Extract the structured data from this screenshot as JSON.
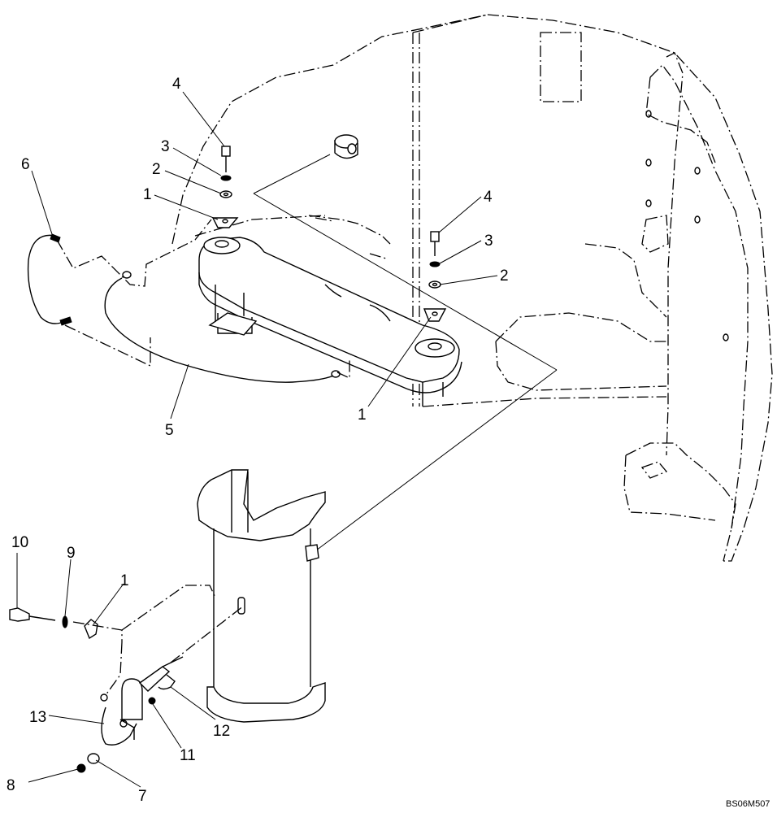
{
  "figure": {
    "drawing_code": "BS06M507",
    "callouts": [
      {
        "id": "c1a",
        "label": "1"
      },
      {
        "id": "c1b",
        "label": "1"
      },
      {
        "id": "c1c",
        "label": "1"
      },
      {
        "id": "c2a",
        "label": "2"
      },
      {
        "id": "c2b",
        "label": "2"
      },
      {
        "id": "c3a",
        "label": "3"
      },
      {
        "id": "c3b",
        "label": "3"
      },
      {
        "id": "c4a",
        "label": "4"
      },
      {
        "id": "c4b",
        "label": "4"
      },
      {
        "id": "c5",
        "label": "5"
      },
      {
        "id": "c6",
        "label": "6"
      },
      {
        "id": "c7",
        "label": "7"
      },
      {
        "id": "c8",
        "label": "8"
      },
      {
        "id": "c9",
        "label": "9"
      },
      {
        "id": "c10",
        "label": "10"
      },
      {
        "id": "c11",
        "label": "11"
      },
      {
        "id": "c12",
        "label": "12"
      },
      {
        "id": "c13",
        "label": "13"
      }
    ]
  }
}
